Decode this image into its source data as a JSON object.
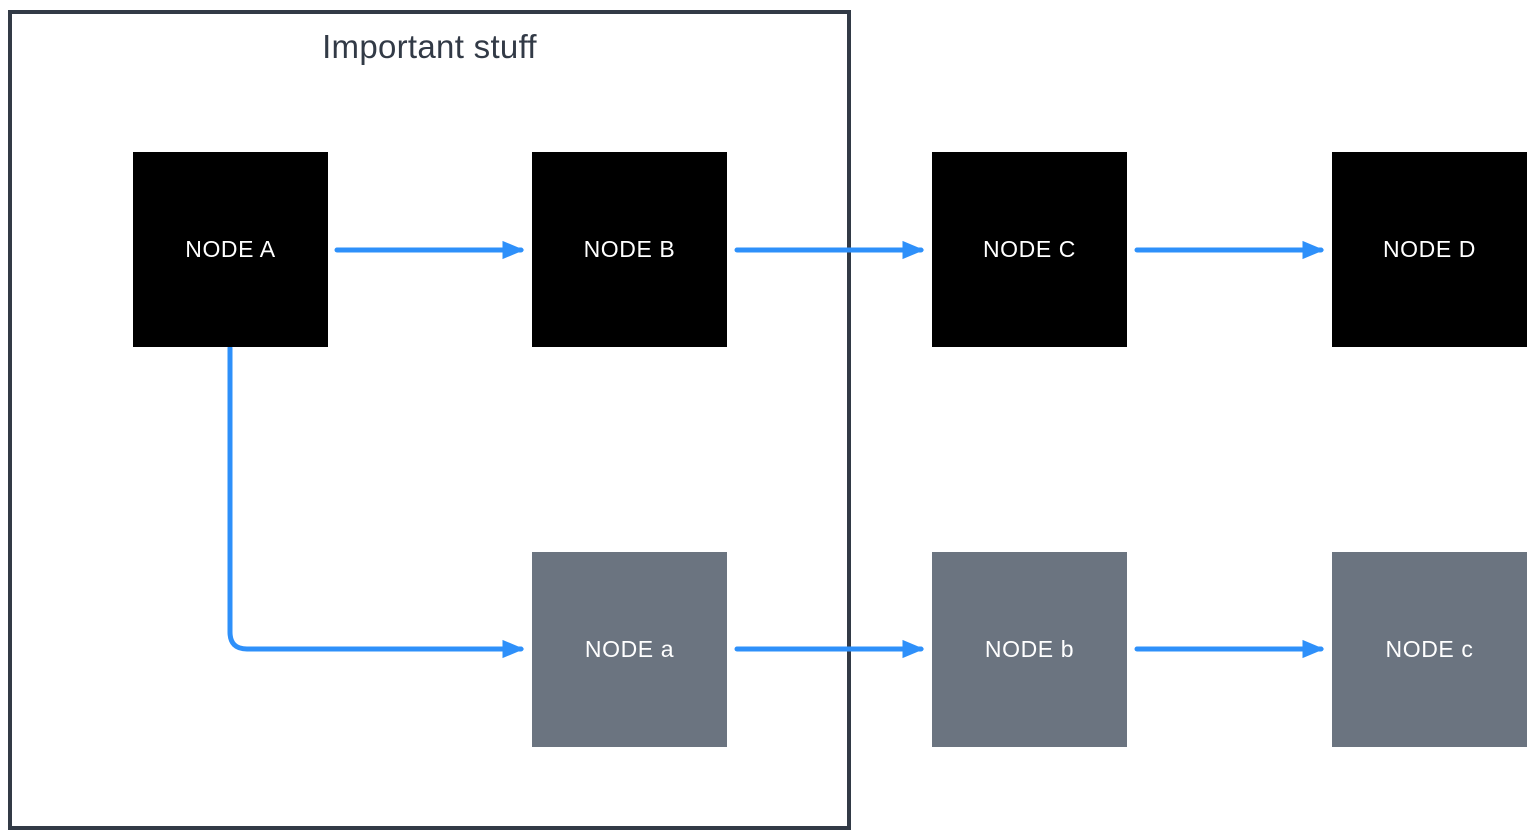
{
  "diagram": {
    "group": {
      "title": "Important stuff"
    },
    "nodes": [
      {
        "id": "A",
        "label": "NODE A",
        "variant": "black",
        "row": "top",
        "in_group": true
      },
      {
        "id": "B",
        "label": "NODE B",
        "variant": "black",
        "row": "top",
        "in_group": true
      },
      {
        "id": "C",
        "label": "NODE C",
        "variant": "black",
        "row": "top",
        "in_group": false
      },
      {
        "id": "D",
        "label": "NODE D",
        "variant": "black",
        "row": "top",
        "in_group": false
      },
      {
        "id": "a",
        "label": "NODE a",
        "variant": "gray",
        "row": "bottom",
        "in_group": true
      },
      {
        "id": "b",
        "label": "NODE b",
        "variant": "gray",
        "row": "bottom",
        "in_group": false
      },
      {
        "id": "c",
        "label": "NODE c",
        "variant": "gray",
        "row": "bottom",
        "in_group": false
      }
    ],
    "edges": [
      {
        "from": "NODE A",
        "to": "NODE B",
        "shape": "straight"
      },
      {
        "from": "NODE B",
        "to": "NODE C",
        "shape": "straight"
      },
      {
        "from": "NODE C",
        "to": "NODE D",
        "shape": "straight"
      },
      {
        "from": "NODE A",
        "to": "NODE a",
        "shape": "elbow"
      },
      {
        "from": "NODE a",
        "to": "NODE b",
        "shape": "straight"
      },
      {
        "from": "NODE b",
        "to": "NODE c",
        "shape": "straight"
      }
    ],
    "colors": {
      "node_black": "#000000",
      "node_gray": "#6b7480",
      "arrow_blue": "#2e90fa",
      "frame_dark": "#323a46",
      "node_text": "#ffffff",
      "background": "#ffffff"
    }
  }
}
